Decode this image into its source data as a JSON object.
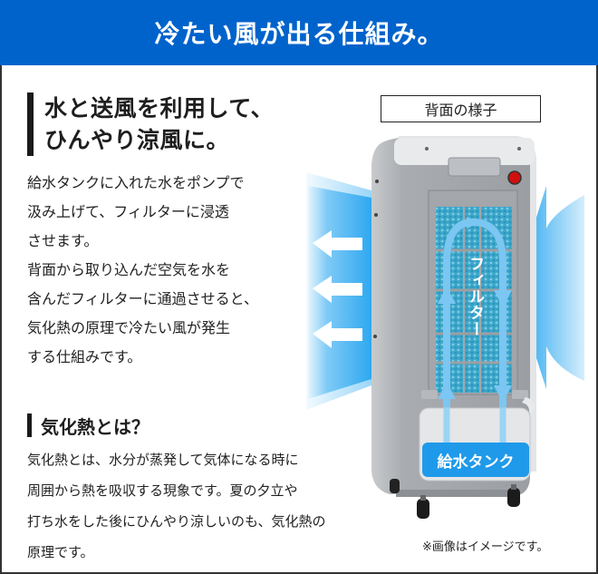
{
  "banner": {
    "title": "冷たい風が出る仕組み。",
    "background_color": "#0063cb"
  },
  "section1": {
    "heading_lines": [
      "水と送風を利用して、",
      "ひんやり涼風に。"
    ],
    "body_lines": [
      "給水タンクに入れた水をポンプで",
      "汲み上げて、フィルターに浸透",
      "させます。",
      "背面から取り込んだ空気を水を",
      "含んだフィルターに通過させると、",
      "気化熱の原理で冷たい風が発生",
      "する仕組みです。"
    ]
  },
  "section2": {
    "heading": "気化熱とは？",
    "body_lines": [
      "気化熱とは、水分が蒸発して気体になる時に",
      "周囲から熱を吸収する現象です。夏の夕立や",
      "打ち水をした後にひんやり涼しいのも、気化熱の",
      "原理です。"
    ]
  },
  "illustration": {
    "view_label": "背面の様子",
    "filter_label": "フィルター",
    "tank_label": "給水タンク",
    "accent_color": "#2aa6ee",
    "note": "※画像はイメージです。"
  }
}
